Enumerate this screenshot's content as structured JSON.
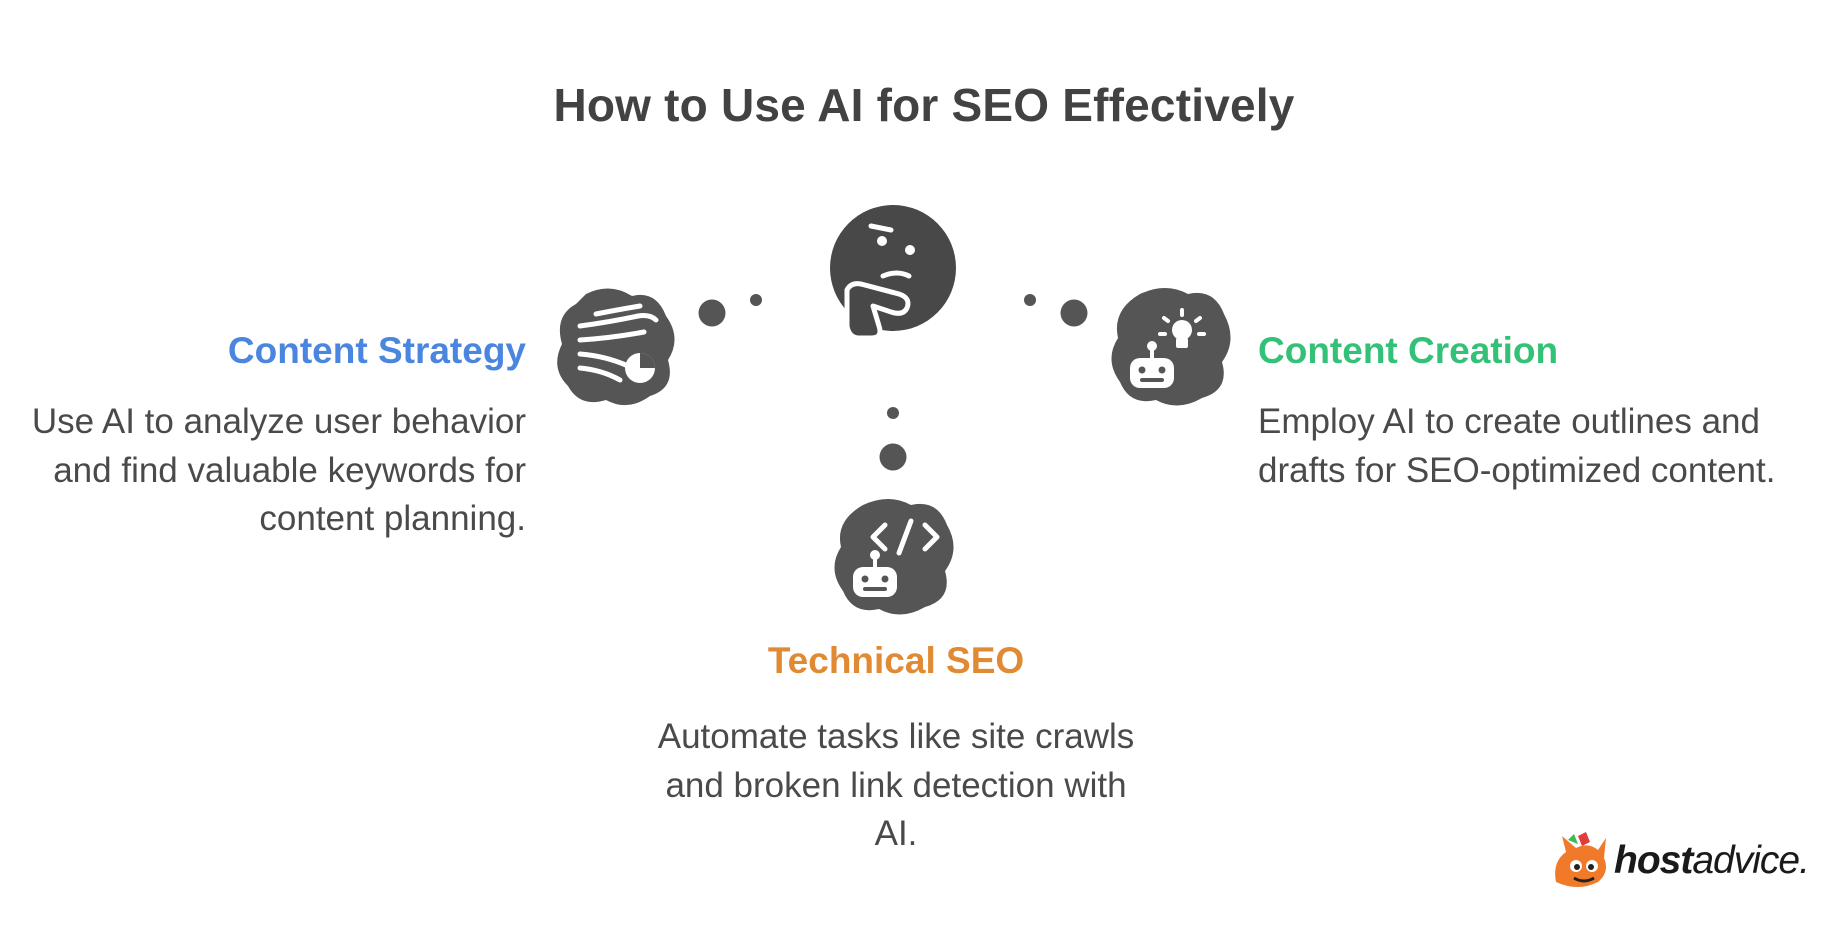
{
  "title": "How to Use AI for SEO Effectively",
  "left": {
    "heading": "Content Strategy",
    "text": "Use AI to analyze user behavior and find valuable keywords for content planning.",
    "icon": "analytics-flow-icon"
  },
  "right": {
    "heading": "Content Creation",
    "text": "Employ AI to create outlines and drafts for SEO-optimized content.",
    "icon": "robot-idea-icon"
  },
  "bottom": {
    "heading": "Technical SEO",
    "text": "Automate tasks like site crawls and broken link detection with AI.",
    "icon": "robot-code-icon"
  },
  "center_icon": "thinking-face-icon",
  "colors": {
    "left": "#4a86e0",
    "right": "#33c177",
    "bottom": "#e08a33",
    "icon": "#555555"
  },
  "logo": {
    "bold": "host",
    "rest": "advice."
  }
}
